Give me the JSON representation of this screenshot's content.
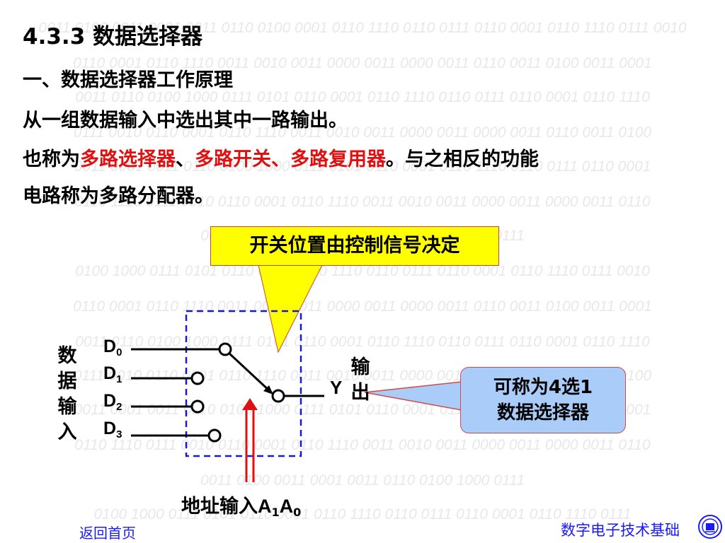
{
  "slide": {
    "title": "4.3.3 数据选择器",
    "heading": "一、数据选择器工作原理",
    "line1": "从一组数据输入中选出其中一路输出。",
    "line2_a": "也称为",
    "line2_red1": "多路选择器",
    "line2_b": "、",
    "line2_red2": "多路开关、多路复用器",
    "line2_c": "。与之相反的功能",
    "line3": "电路称为多路分配器。"
  },
  "diagram": {
    "callout_control": "开关位置由控制信号决定",
    "callout_name_1": "可称为4选1",
    "callout_name_2": "数据选择器",
    "inputs_side_label": [
      "数",
      "据",
      "输",
      "入"
    ],
    "inputs": [
      {
        "letter": "D",
        "sub": "0"
      },
      {
        "letter": "D",
        "sub": "1"
      },
      {
        "letter": "D",
        "sub": "2"
      },
      {
        "letter": "D",
        "sub": "3"
      }
    ],
    "output_side_label": [
      "输",
      "出"
    ],
    "output_label": "Y",
    "address_label_text": "地址输入",
    "address_a1": "A",
    "address_a1_sub": "1",
    "address_a0": "A",
    "address_a0_sub": "0"
  },
  "background_pattern": [
    "0011 0100 0011 0001 0011 0110 0100 0001 0110 1110 0110 0111 0110 0001 0110 1110 0111 0010",
    "0110 0001 0110 1110 0011 0010 0011 0000 0011 0000 0011 0110 0011 0100 0011 0001",
    "0011 0110 0100 1000 0111 0101 0110 0001 0110 1110 0110 0111 0110 0001 0110 1110",
    "0111 0010 0110 0001 0110 1110 0011 0010 0011 0000 0011 0000 0011 0110 0011 0100",
    "0011 0001 0011 0110 0100 1000 0111 0101 0110 0001 0110 1110 0110 0111 0110 0001",
    "0110 1110 0111 0010 0110 0001 0110 1110 0011 0010 0011 0000 0011 0000 0011 0110",
    "0011 0100 0011 0001 0011 0110 0100 1000 0111",
    "0100 1000 0111 0101 0110 0001 0110 1110 0110 0111 0110 0001 0110 1110 0111 0010",
    "0110 0001 0110 1110 0011 0010 0011 0000 0011 0000 0011 0110 0011 0100 0011 0001",
    "0011 0110 0100 1000 0111 0101 0110 0001 0110 1110 0110 0111 0110 0001 0110 1110",
    "0111 0010 0110 0001 0110 1110 0011 0010 0011 0000 0011 0000 0011 0110 0011 0100",
    "0011 0001 0011 0110 0100 1000 0111 0101 0110 0001 0110 1110 0110 0111 0110 0001",
    "0110 1110 0111 0010 0110 0001 0110 1110 0011 0010 0011 0000 0011 0000 0011 0110",
    "0011 0100 0011 0001 0011 0110 0100 1000 0111",
    "0100 1000 0111 0101 0110 0001 0110 1110 0110 0111 0110 0001 0110 1110 0111"
  ],
  "nav": {
    "back_home": "返回首页",
    "course_name": "数字电子技术基础"
  },
  "colors": {
    "emphasis_red": "#e01010",
    "callout_yellow": "#ffff00",
    "callout_blue": "#a9ccf8",
    "dashed_box": "#1a1acc",
    "link_blue": "#1a1aff",
    "arrow_red": "#e01010"
  }
}
